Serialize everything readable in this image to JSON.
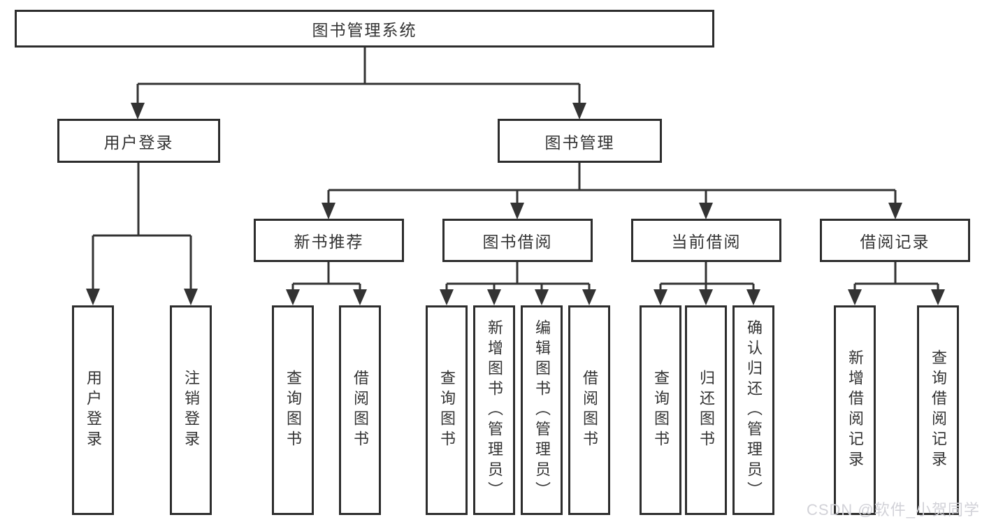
{
  "nodes": {
    "root": "图书管理系统",
    "level2": {
      "user_login": "用户登录",
      "book_management": "图书管理"
    },
    "level3": {
      "new_book_recommend": "新书推荐",
      "book_borrowing": "图书借阅",
      "current_borrowing": "当前借阅",
      "borrowing_records": "借阅记录"
    },
    "leaves": {
      "user_login": "用户登录",
      "logout": "注销登录",
      "query_books_recommend": "查询图书",
      "borrow_books_recommend": "借阅图书",
      "query_books_borrowing": "查询图书",
      "add_books_admin": "新增图书（管理员）",
      "edit_books_admin": "编辑图书（管理员）",
      "borrow_books_borrowing": "借阅图书",
      "query_books_current": "查询图书",
      "return_books": "归还图书",
      "confirm_return_admin": "确认归还（管理员）",
      "add_borrow_record": "新增借阅记录",
      "query_borrow_record": "查询借阅记录"
    }
  },
  "watermark": "CSDN @软件_小贺同学",
  "colors": {
    "line": "#333333",
    "border": "#2d2d2d",
    "background": "#ffffff",
    "watermark": "#d2d2d8"
  }
}
